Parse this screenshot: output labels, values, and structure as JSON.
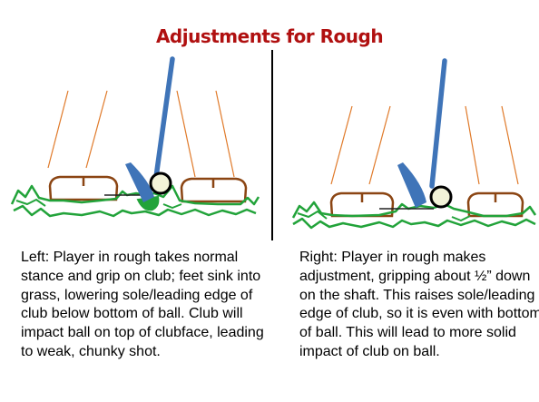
{
  "title": "Adjustments for Rough",
  "colors": {
    "title": "#b01010",
    "club": "#3f74b8",
    "grass": "#22a33a",
    "feet": "#8b4513",
    "legs": "#e07a2a"
  },
  "icons": [
    "club-shaft",
    "golf-ball",
    "foot",
    "grass"
  ],
  "panels": {
    "left": {
      "caption": "Left: Player in rough takes normal stance and grip on club; feet sink into grass, lowering sole/leading edge of club below bottom of ball. Club will impact ball on top of clubface, leading to weak, chunky shot."
    },
    "right": {
      "caption": "Right: Player in rough makes adjustment, gripping about ½” down on the shaft. This raises sole/leading edge of club, so it is even with bottom of ball. This will lead to more solid impact of club on ball."
    }
  }
}
